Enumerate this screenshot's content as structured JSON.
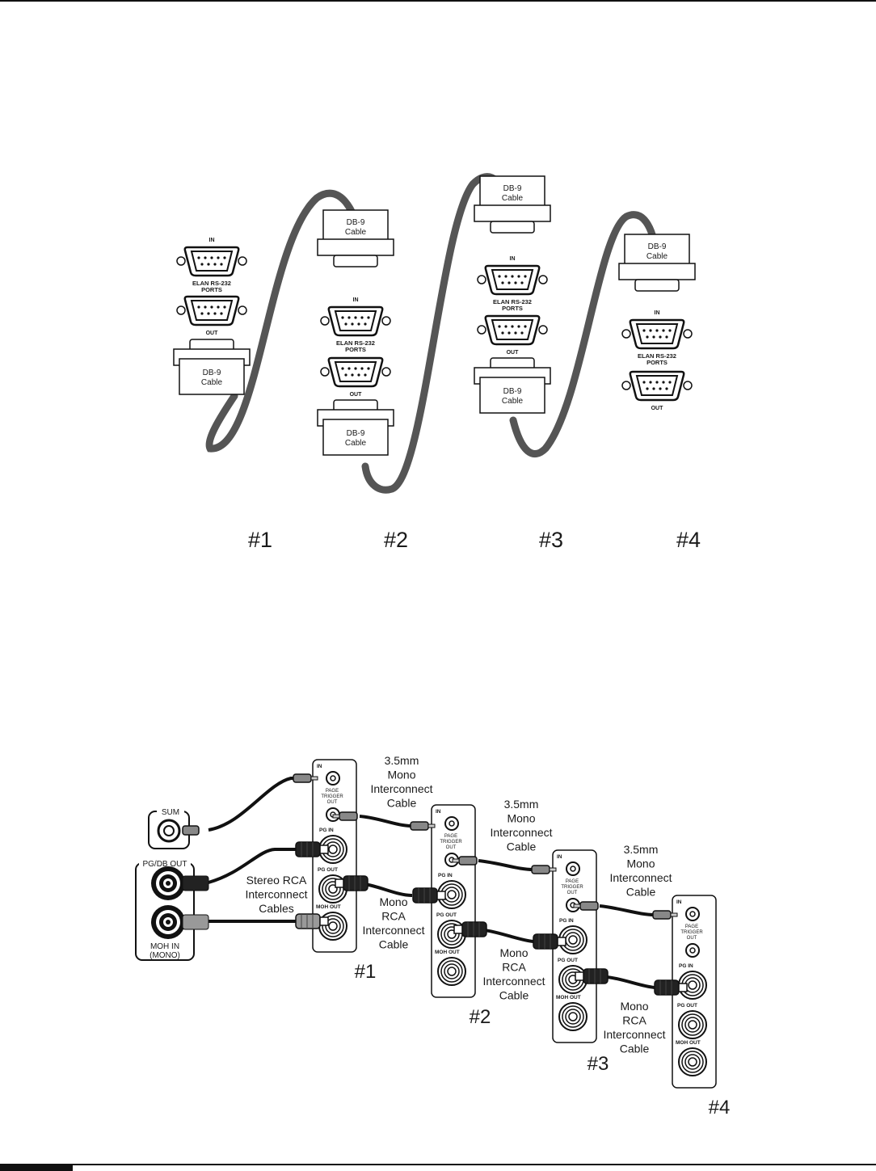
{
  "top_diagram": {
    "units": [
      {
        "number": "#1",
        "in_label": "IN",
        "ports_label_1": "ELAN RS-232",
        "ports_label_2": "PORTS",
        "out_label": "OUT",
        "cables": [
          {
            "line1": "DB-9",
            "line2": "Cable"
          }
        ]
      },
      {
        "number": "#2",
        "in_label": "IN",
        "ports_label_1": "ELAN RS-232",
        "ports_label_2": "PORTS",
        "out_label": "OUT",
        "cables": [
          {
            "line1": "DB-9",
            "line2": "Cable"
          },
          {
            "line1": "DB-9",
            "line2": "Cable"
          }
        ]
      },
      {
        "number": "#3",
        "in_label": "IN",
        "ports_label_1": "ELAN RS-232",
        "ports_label_2": "PORTS",
        "out_label": "OUT",
        "cables": [
          {
            "line1": "DB-9",
            "line2": "Cable"
          },
          {
            "line1": "DB-9",
            "line2": "Cable"
          }
        ]
      },
      {
        "number": "#4",
        "in_label": "IN",
        "ports_label_1": "ELAN RS-232",
        "ports_label_2": "PORTS",
        "out_label": "OUT",
        "cables": [
          {
            "line1": "DB-9",
            "line2": "Cable"
          }
        ]
      }
    ]
  },
  "bottom_diagram": {
    "source": {
      "sum_label": "SUM",
      "pg_db_out_label": "PG/DB OUT",
      "moh_in_line1": "MOH IN",
      "moh_in_line2": "(MONO)"
    },
    "panel_labels": {
      "in": "IN",
      "page_trigger_1": "PAGE",
      "page_trigger_2": "TRIGGER",
      "page_trigger_3": "OUT",
      "pg_in": "PG IN",
      "pg_out": "PG OUT",
      "moh_out": "MOH OUT"
    },
    "units": [
      "#1",
      "#2",
      "#3",
      "#4"
    ],
    "stereo_cable_label": [
      "Stereo RCA",
      "Interconnect",
      "Cables"
    ],
    "mono_35_label": [
      "3.5mm",
      "Mono",
      "Interconnect",
      "Cable"
    ],
    "mono_rca_label": [
      "Mono",
      "RCA",
      "Interconnect",
      "Cable"
    ]
  }
}
